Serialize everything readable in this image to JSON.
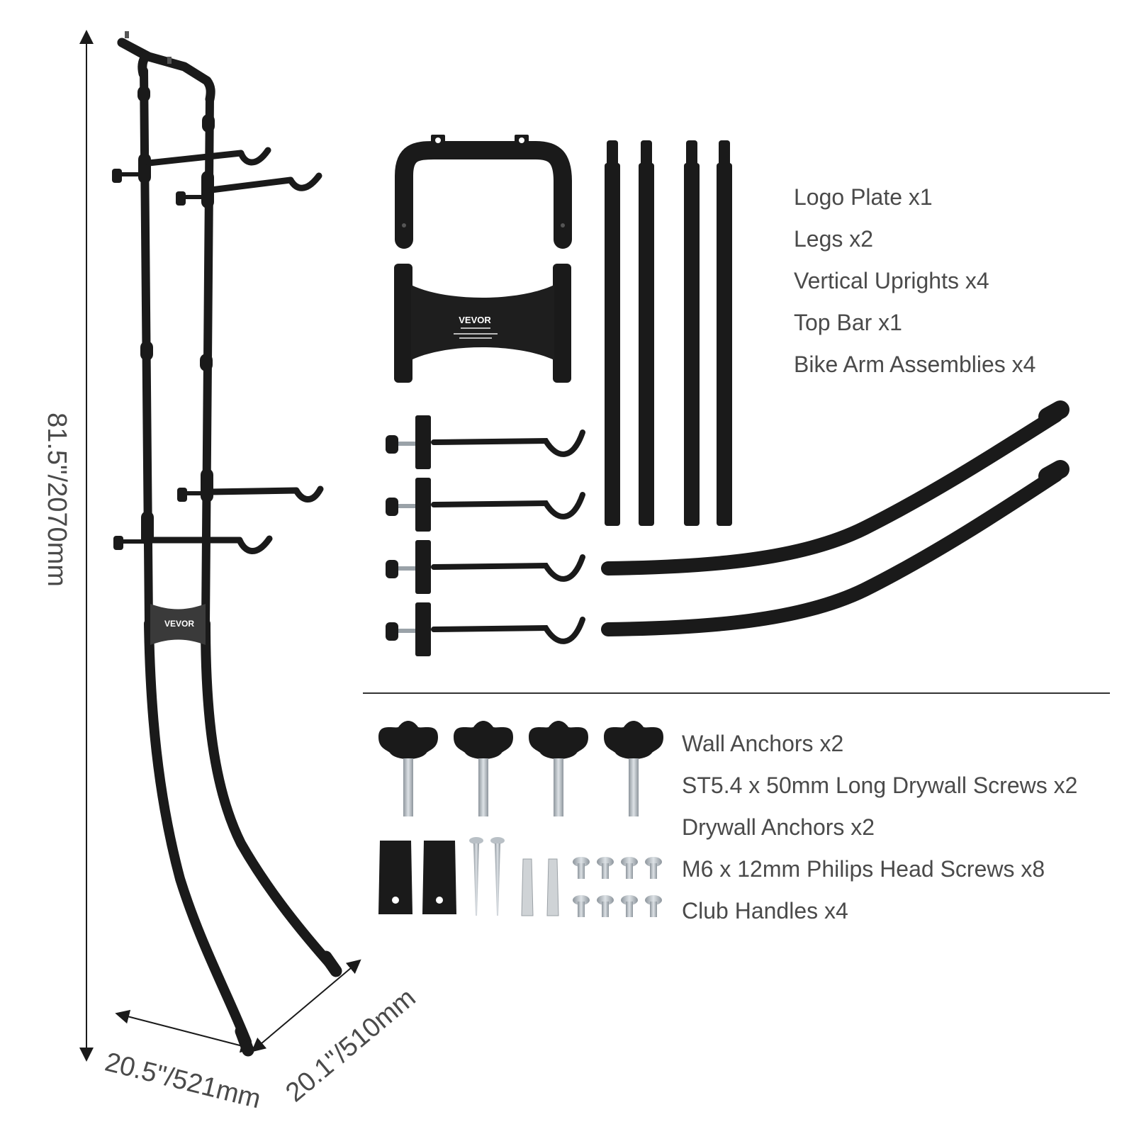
{
  "brand": "VEVOR",
  "dimensions": {
    "height": "81.5\"/2070mm",
    "width": "20.5\"/521mm",
    "depth": "20.1\"/510mm"
  },
  "parts_upper": [
    "Logo Plate x1",
    "Legs x2",
    "Vertical Uprights x4",
    "Top Bar x1",
    "Bike Arm Assemblies x4"
  ],
  "parts_lower": [
    "Wall Anchors x2",
    "ST5.4 x 50mm Long Drywall Screws x2",
    "Drywall Anchors x2",
    "M6 x 12mm Philips Head Screws x8",
    "Club Handles x4"
  ],
  "colors": {
    "metal": "#1a1a1a",
    "text": "#4a4a4a",
    "zinc": "#b9c0c6",
    "plate": "#2b2b2b"
  }
}
